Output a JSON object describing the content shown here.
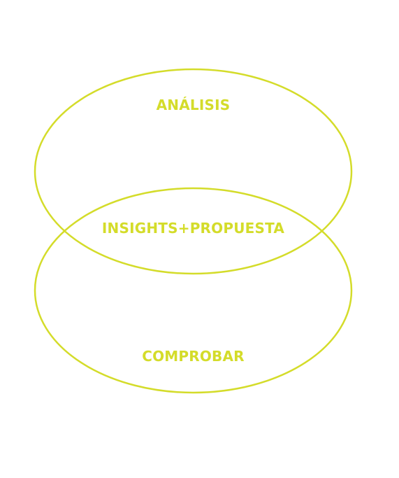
{
  "diagram": {
    "type": "venn",
    "colors": {
      "stroke": "#d4dc2a",
      "text": "#d4dc2a",
      "background": "#ffffff"
    },
    "labels": {
      "top": "ANÁLISIS",
      "overlap": "INSIGHTS+PROPUESTA",
      "bottom": "COMPROBAR"
    }
  }
}
